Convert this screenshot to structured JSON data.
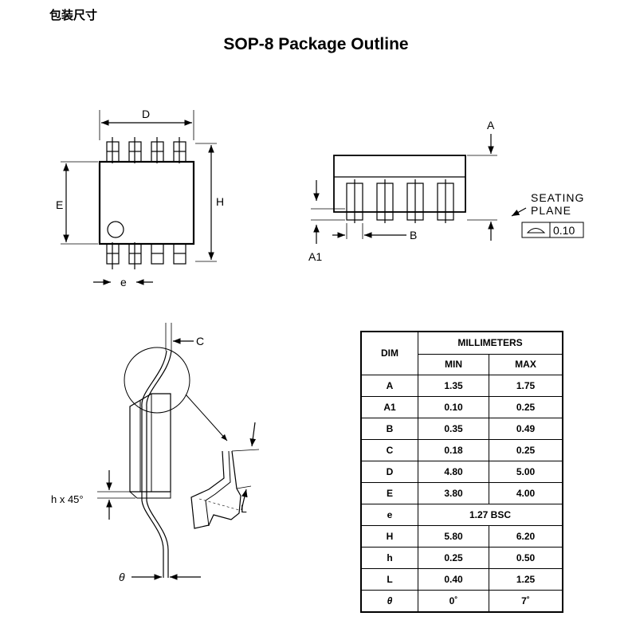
{
  "header": {
    "section_label": "包装尺寸"
  },
  "title": "SOP-8 Package Outline",
  "labels": {
    "D": "D",
    "E": "E",
    "H": "H",
    "e": "e",
    "A": "A",
    "A1": "A1",
    "B": "B",
    "seating_line1": "SEATING",
    "seating_line2": "PLANE",
    "flatness_value": "0.10",
    "C": "C",
    "h_x_45": "h x 45°",
    "L": "L",
    "theta": "θ"
  },
  "table": {
    "head": {
      "dim": "DIM",
      "unit": "MILLIMETERS",
      "min": "MIN",
      "max": "MAX"
    },
    "rows": [
      {
        "dim": "A",
        "min": "1.35",
        "max": "1.75"
      },
      {
        "dim": "A1",
        "min": "0.10",
        "max": "0.25"
      },
      {
        "dim": "B",
        "min": "0.35",
        "max": "0.49"
      },
      {
        "dim": "C",
        "min": "0.18",
        "max": "0.25"
      },
      {
        "dim": "D",
        "min": "4.80",
        "max": "5.00"
      },
      {
        "dim": "E",
        "min": "3.80",
        "max": "4.00"
      },
      {
        "dim": "e",
        "bsc": "1.27 BSC"
      },
      {
        "dim": "H",
        "min": "5.80",
        "max": "6.20"
      },
      {
        "dim": "h",
        "min": "0.25",
        "max": "0.50"
      },
      {
        "dim": "L",
        "min": "0.40",
        "max": "1.25"
      },
      {
        "dim": "θ",
        "min": "0˚",
        "max": "7˚"
      }
    ]
  }
}
